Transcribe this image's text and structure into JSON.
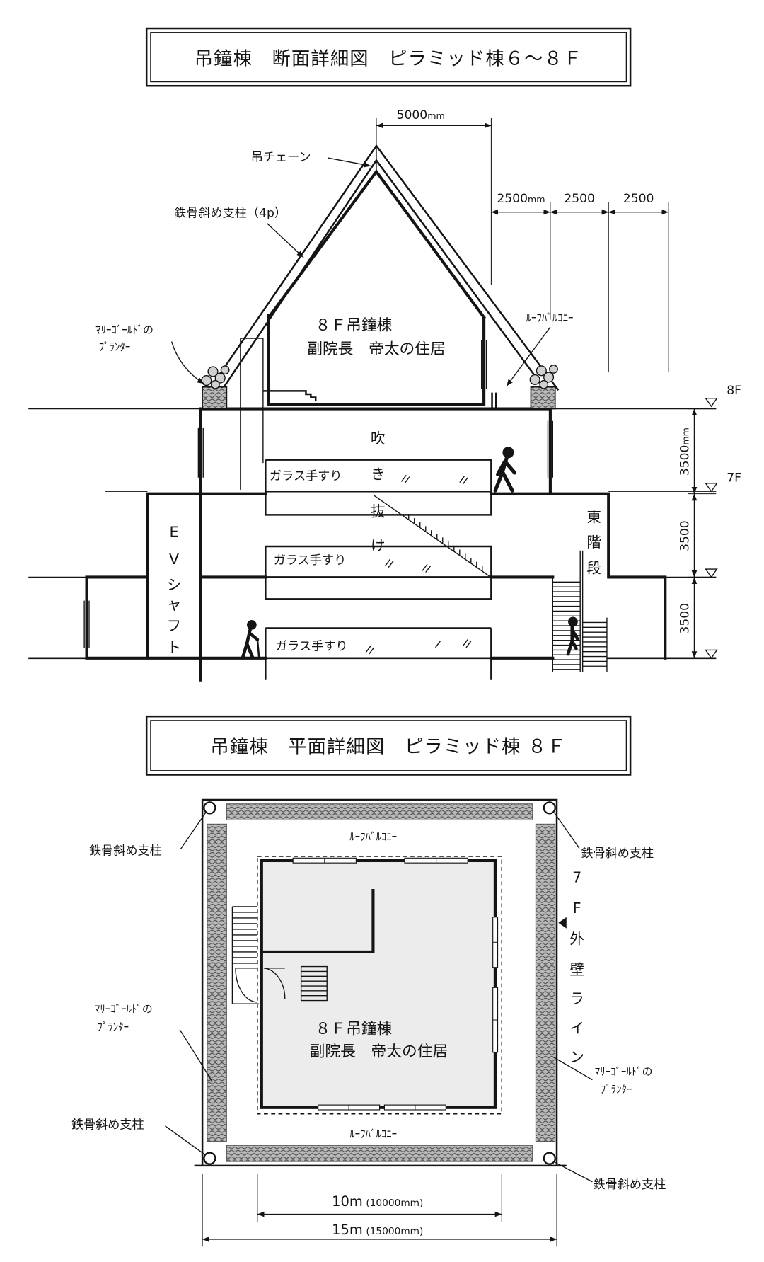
{
  "section": {
    "title": "吊鐘棟　断面詳細図　ピラミッド棟６～８Ｆ",
    "dim_width": {
      "value": "5000",
      "unit": "mm"
    },
    "dim_spans": {
      "first_value": "2500",
      "first_unit": "mm",
      "second_value": "2500",
      "third_value": "2500"
    },
    "chain_label": "吊チェーン",
    "strut_label": "鉄骨斜め支柱（4p）",
    "planter_label": [
      "ﾏﾘｰｺﾞｰﾙﾄﾞの",
      "ﾌﾟﾗﾝﾀｰ"
    ],
    "roof_balcony_label": "ﾙｰﾌﾊﾞﾙｺﾆｰ",
    "room_label": [
      "８Ｆ吊鐘棟",
      "副院長　帝太の住居"
    ],
    "level_8f": "8F",
    "level_7f": "7F",
    "heights": {
      "first_value": "3500",
      "first_unit": "mm",
      "second_value": "3500",
      "third_value": "3500"
    },
    "atrium_label": [
      "吹",
      "き",
      "抜",
      "け"
    ],
    "railing_labels": [
      "ガラス手すり",
      "ガラス手すり",
      "ガラス手すり"
    ],
    "ev_shaft_label": [
      "E",
      "V",
      "シ",
      "ャ",
      "フ",
      "ト"
    ],
    "east_stair_label": [
      "東",
      "階",
      "段"
    ]
  },
  "plan": {
    "title": "吊鐘棟　平面詳細図　ピラミッド棟 ８Ｆ",
    "strut_labels": [
      "鉄骨斜め支柱",
      "鉄骨斜め支柱",
      "鉄骨斜め支柱",
      "鉄骨斜め支柱"
    ],
    "roof_balcony_labels": [
      "ﾙｰﾌﾊﾞﾙｺﾆｰ",
      "ﾙｰﾌﾊﾞﾙｺﾆｰ"
    ],
    "wall_line_label": [
      "7",
      "F",
      "外",
      "壁",
      "ラ",
      "イ",
      "ン"
    ],
    "planter_label": [
      "ﾏﾘｰｺﾞｰﾙﾄﾞの",
      "ﾌﾟﾗﾝﾀｰ"
    ],
    "room_label": [
      "８Ｆ吊鐘棟",
      "副院長　帝太の住居"
    ],
    "dim_inner": {
      "value": "10m",
      "detail": "(10000mm)"
    },
    "dim_outer": {
      "value": "15m",
      "detail": "(15000mm)"
    }
  }
}
